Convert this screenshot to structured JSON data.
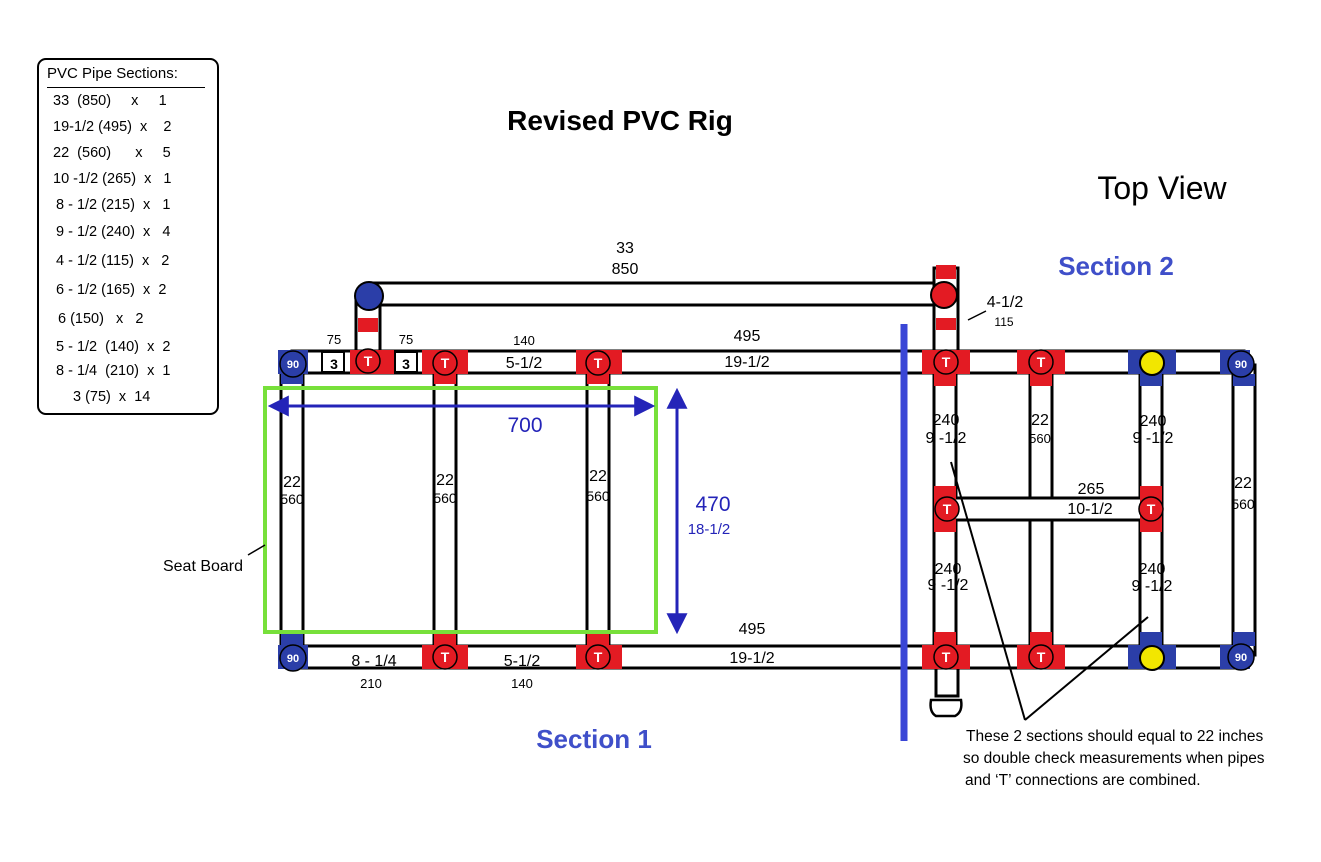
{
  "title": "Revised PVC Rig",
  "view": "Top View",
  "section1_label": "Section 1",
  "section2_label": "Section 2",
  "legend": {
    "header": "PVC Pipe Sections:",
    "rows": [
      "33  (850)     x     1",
      "19-1/2 (495)  x    2",
      "22  (560)      x     5",
      "10 -1/2 (265)  x   1",
      "8 - 1/2 (215)  x   1",
      "9 - 1/2 (240)  x   4",
      "4 - 1/2 (115)  x   2",
      "6 - 1/2 (165)  x  2",
      "6 (150)   x   2",
      "5 - 1/2  (140)  x  2",
      "8 - 1/4  (210)  x  1",
      "3 (75)  x  14"
    ]
  },
  "labels": {
    "top_pipe_in": "33",
    "top_pipe_mm": "850",
    "riser_in": "4-1/2",
    "riser_mm": "115",
    "small_75_a": "75",
    "small_75_b": "75",
    "small_3_a": "3",
    "small_3_b": "3",
    "seg_140_top": "140",
    "seg_5half_top": "5-1/2",
    "upper_495": "495",
    "upper_19half": "19-1/2",
    "lower_495": "495",
    "lower_19half": "19-1/2",
    "left_22": "22",
    "left_560": "560",
    "mid1_22": "22",
    "mid1_560": "560",
    "mid2_22": "22",
    "mid2_560": "560",
    "width_700": "700",
    "height_470": "470",
    "height_18half": "18-1/2",
    "seat_board": "Seat Board",
    "seg_8quarter": "8 - 1/4",
    "seg_210": "210",
    "seg_5half_bottom": "5-1/2",
    "seg_140_bottom": "140",
    "s2_c1_top_mm": "240",
    "s2_c1_top_in": "9 -1/2",
    "s2_c1_bot_mm": "240",
    "s2_c1_bot_in": "9 -1/2",
    "s2_c2_22": "22",
    "s2_c2_560": "560",
    "s2_c3_top_mm": "240",
    "s2_c3_top_in": "9 -1/2",
    "s2_c3_bot_mm": "240",
    "s2_c3_bot_in": "9 -1/2",
    "s2_mid_265": "265",
    "s2_mid_10half": "10-1/2",
    "s2_right_22": "22",
    "s2_right_560": "560",
    "elbow_90": "90",
    "tee": "T",
    "note_line1": "These 2 sections should equal to 22 inches",
    "note_line2": "so double check measurements when pipes",
    "note_line3": " and ‘T’ connections are combined."
  },
  "colors": {
    "tee_red": "#e31b23",
    "elbow_blue": "#2b3ea8",
    "section_blue": "#3f4fc9",
    "dimension_blue": "#2424b8",
    "seat_green": "#77e03a",
    "cap_yellow": "#f2e600",
    "divider_blue": "#3a46d6"
  },
  "icons": {
    "tee": "tee-fitting-icon",
    "elbow": "elbow-90-icon",
    "cap": "end-cap-icon"
  }
}
